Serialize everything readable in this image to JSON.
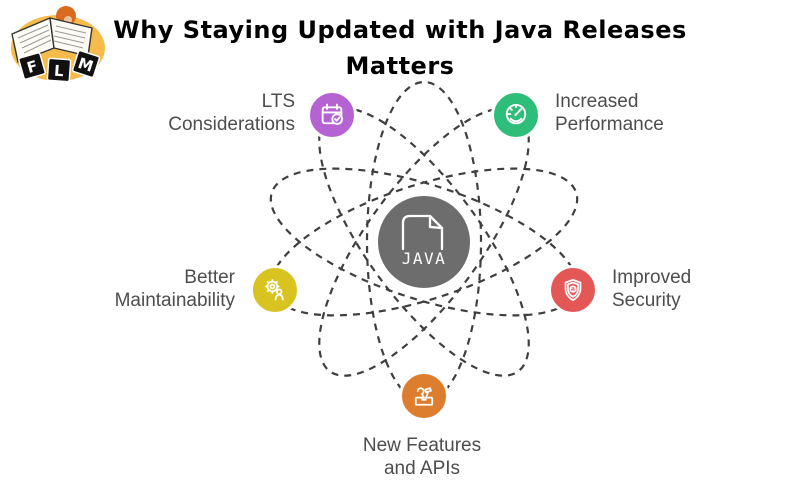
{
  "title": {
    "line1": "Why Staying Updated with Java Releases",
    "line2": "Matters"
  },
  "logo": {
    "letters": [
      "F",
      "L",
      "M"
    ]
  },
  "center": {
    "label": "JAVA",
    "bg_color": "#6d6d6d"
  },
  "orbit": {
    "color": "#3f3f3f"
  },
  "label_color": "#4d4d4d",
  "nodes": [
    {
      "id": "lts",
      "line1": "LTS",
      "line2": "Considerations",
      "color": "#b563d2",
      "icon": "calendar-check-icon"
    },
    {
      "id": "performance",
      "line1": "Increased",
      "line2": "Performance",
      "color": "#2fbe79",
      "icon": "speedometer-icon"
    },
    {
      "id": "security",
      "line1": "Improved",
      "line2": "Security",
      "color": "#e45757",
      "icon": "shield-icon"
    },
    {
      "id": "features",
      "line1": "New Features",
      "line2": "and APIs",
      "color": "#dd7e2e",
      "icon": "toolbox-icon"
    },
    {
      "id": "maintainability",
      "line1": "Better",
      "line2": "Maintainability",
      "color": "#d8c321",
      "icon": "gear-person-icon"
    }
  ]
}
